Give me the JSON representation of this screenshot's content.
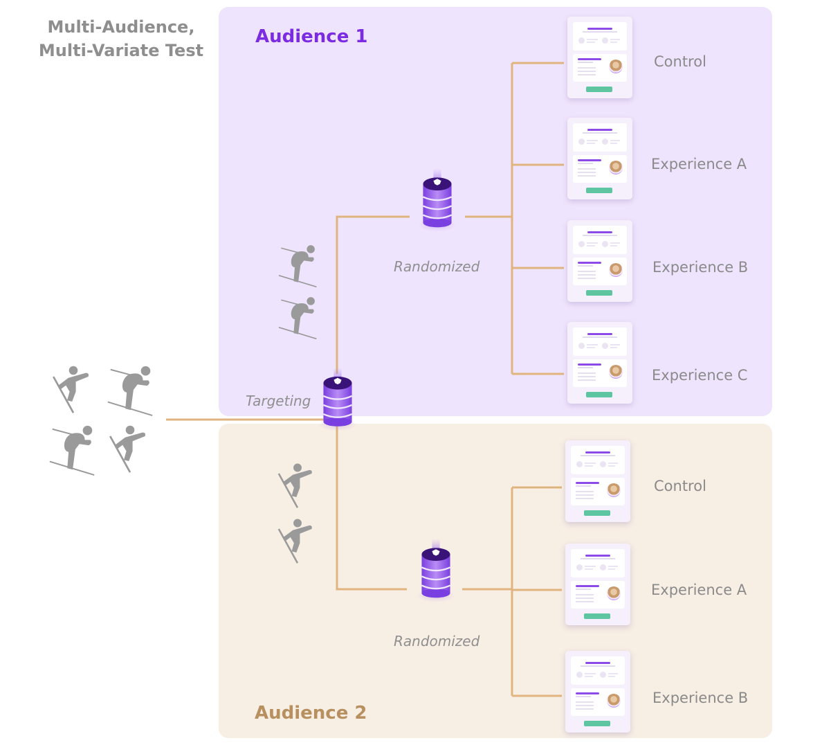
{
  "title": "Multi-Audience,\nMulti-Variate Test",
  "title_line1": "Multi-Audience,",
  "title_line2": "Multi-Variate Test",
  "colors": {
    "audience1_bg": "#efe4fd",
    "audience1_label": "#7b2be2",
    "audience2_bg": "#f7eee4",
    "audience2_label": "#b8905f",
    "connector": "#e0b47f",
    "label_gray": "#8f8f8f",
    "cta_green": "#5dc6a0",
    "accent_purple": "#8c4be8"
  },
  "targeting": {
    "label": "Targeting",
    "icon": "database-icon",
    "users_icons": [
      "snowboarder-icon",
      "skier-icon",
      "skier-icon",
      "snowboarder-icon"
    ]
  },
  "audience1": {
    "label": "Audience 1",
    "users_icons": [
      "skier-icon",
      "skier-icon"
    ],
    "randomizer_label": "Randomized",
    "variants": [
      {
        "label": "Control"
      },
      {
        "label": "Experience A"
      },
      {
        "label": "Experience B"
      },
      {
        "label": "Experience C"
      }
    ]
  },
  "audience2": {
    "label": "Audience 2",
    "users_icons": [
      "snowboarder-icon",
      "snowboarder-icon"
    ],
    "randomizer_label": "Randomized",
    "variants": [
      {
        "label": "Control"
      },
      {
        "label": "Experience A"
      },
      {
        "label": "Experience B"
      }
    ]
  }
}
